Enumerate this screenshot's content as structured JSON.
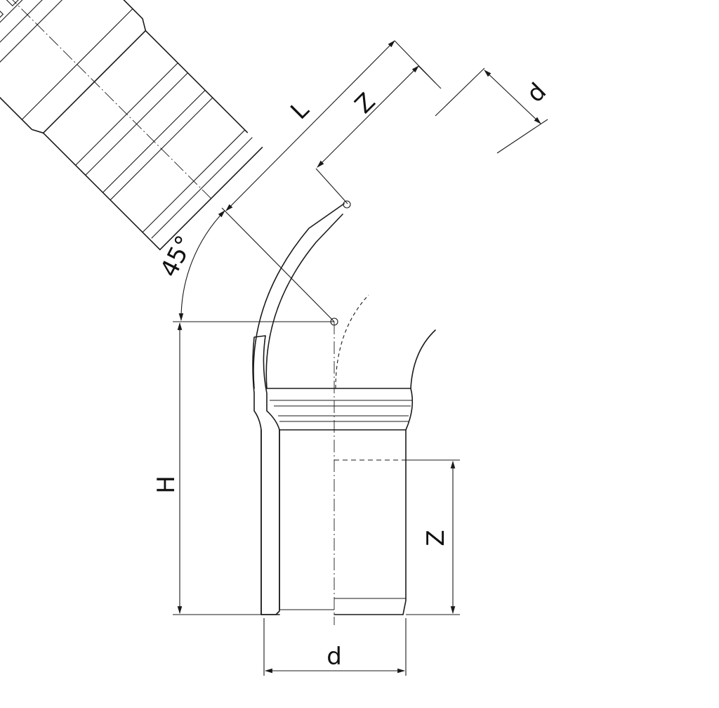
{
  "labels": {
    "length_overall": "L",
    "insertion_depth_upper": "Z",
    "diameter_upper": "d",
    "angle": "45°",
    "height": "H",
    "insertion_depth_lower": "Z",
    "diameter_lower": "d"
  },
  "colors": {
    "line": "#1a1a1a",
    "background": "#ffffff"
  }
}
